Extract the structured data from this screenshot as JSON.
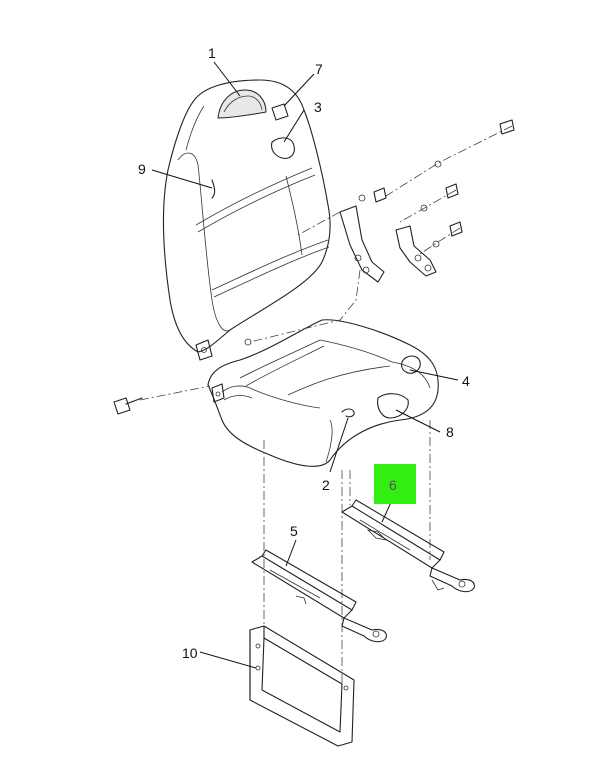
{
  "callouts": [
    {
      "id": "1",
      "label": "1"
    },
    {
      "id": "2",
      "label": "2"
    },
    {
      "id": "3",
      "label": "3"
    },
    {
      "id": "4",
      "label": "4"
    },
    {
      "id": "5",
      "label": "5"
    },
    {
      "id": "6",
      "label": "6"
    },
    {
      "id": "7",
      "label": "7"
    },
    {
      "id": "8",
      "label": "8"
    },
    {
      "id": "9",
      "label": "9"
    },
    {
      "id": "10",
      "label": "10"
    }
  ],
  "highlight": {
    "callout": "6",
    "fill_color": "#33ee11",
    "text_color": "#555555"
  }
}
